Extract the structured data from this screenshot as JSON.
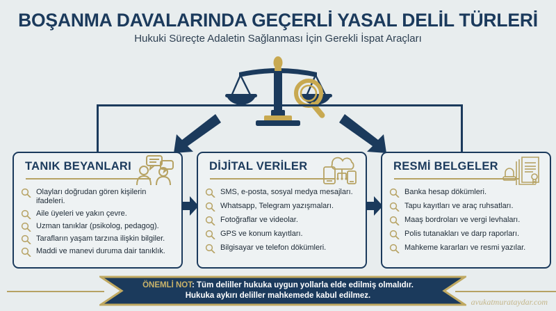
{
  "header": {
    "title": "BOŞANMA DAVALARINDA GEÇERLİ YASAL DELİL TÜRLERİ",
    "subtitle": "Hukuki Süreçte Adaletin Sağlanması İçin Gerekli İspat Araçları"
  },
  "emblem": {
    "icon": "scales-of-justice-with-magnifier-icon",
    "scales_color": "#1b3a5c",
    "magnifier_color": "#c8a951"
  },
  "colors": {
    "navy": "#1b3a5c",
    "gold": "#b6a263",
    "gold_light": "#c9b36a",
    "background": "#e8edee",
    "card_background": "#eef2f3"
  },
  "cards": [
    {
      "title": "TANIK BEYANLARI",
      "icon": "two-people-speech-bubbles-icon",
      "items": [
        "Olayları doğrudan gören kişilerin ifadeleri.",
        "Aile üyeleri ve yakın çevre.",
        "Uzman tanıklar (psikolog, pedagog).",
        "Tarafların yaşam tarzına ilişkin bilgiler.",
        "Maddi ve manevi duruma dair tanıklık."
      ]
    },
    {
      "title": "DİJİTAL VERİLER",
      "icon": "cloud-devices-icon",
      "items": [
        "SMS, e-posta, sosyal medya mesajları.",
        "Whatsapp, Telegram yazışmaları.",
        "Fotoğraflar ve videolar.",
        "GPS ve konum kayıtları.",
        "Bilgisayar ve telefon dökümleri."
      ]
    },
    {
      "title": "RESMİ BELGELER",
      "icon": "documents-stamp-seal-icon",
      "items": [
        "Banka hesap dökümleri.",
        "Tapu kayıtları ve araç ruhsatları.",
        "Maaş bordroları ve vergi levhaları.",
        "Polis tutanakları ve darp raporları.",
        "Mahkeme kararları ve resmi yazılar."
      ]
    }
  ],
  "bullet_icon": "magnifier-icon",
  "connector_arrows": [
    "arrow-down-left-icon",
    "arrow-down-right-icon",
    "arrow-right-icon",
    "arrow-right-icon"
  ],
  "ribbon": {
    "label": "ÖNEMLİ NOT",
    "separator": ": ",
    "line1": "Tüm deliller hukuka uygun yollarla elde edilmiş olmalıdır.",
    "line2": "Hukuka aykırı deliller mahkemede kabul edilmez."
  },
  "footer": {
    "watermark": "avukatmurataydar.com"
  }
}
